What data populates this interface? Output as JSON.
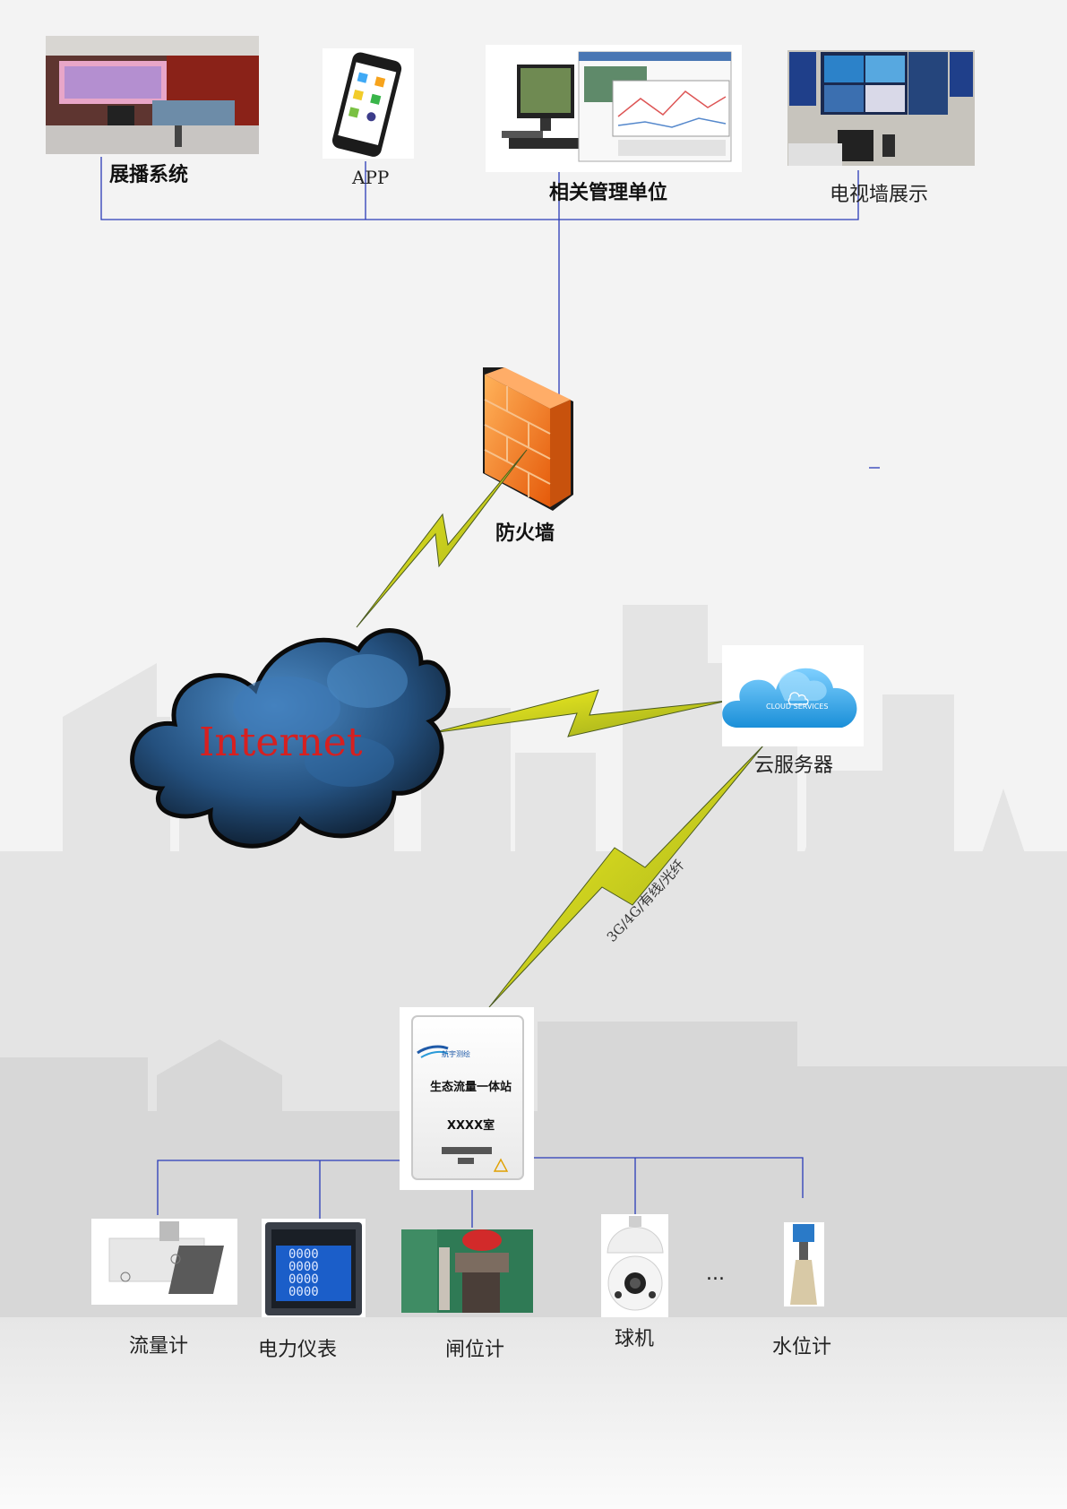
{
  "top_nodes": {
    "display_system": "展播系统",
    "app": "APP",
    "management": "相关管理单位",
    "tv_wall": "电视墙展示"
  },
  "firewall": {
    "label": "防火墙"
  },
  "internet": {
    "label": "Internet"
  },
  "cloud": {
    "badge": "CLOUD SERVICES",
    "label": "云服务器"
  },
  "link": {
    "uplink_label": "3G/4G/有线/光纤"
  },
  "station": {
    "brand": "航宇测绘",
    "title": "生态流量一体站",
    "subtitle": "XXXX室"
  },
  "devices": {
    "flowmeter": "流量计",
    "power_meter": "电力仪表",
    "meter_display": "0000",
    "gate_meter": "闸位计",
    "dome_camera": "球机",
    "ellipsis": "...",
    "water_level": "水位计"
  },
  "colors": {
    "link_line": "#2a3bb8",
    "lightning": "#e8e61a",
    "firewall": "#f07a1c",
    "internet_text": "#d62020",
    "cloud": "#29a3e6"
  }
}
